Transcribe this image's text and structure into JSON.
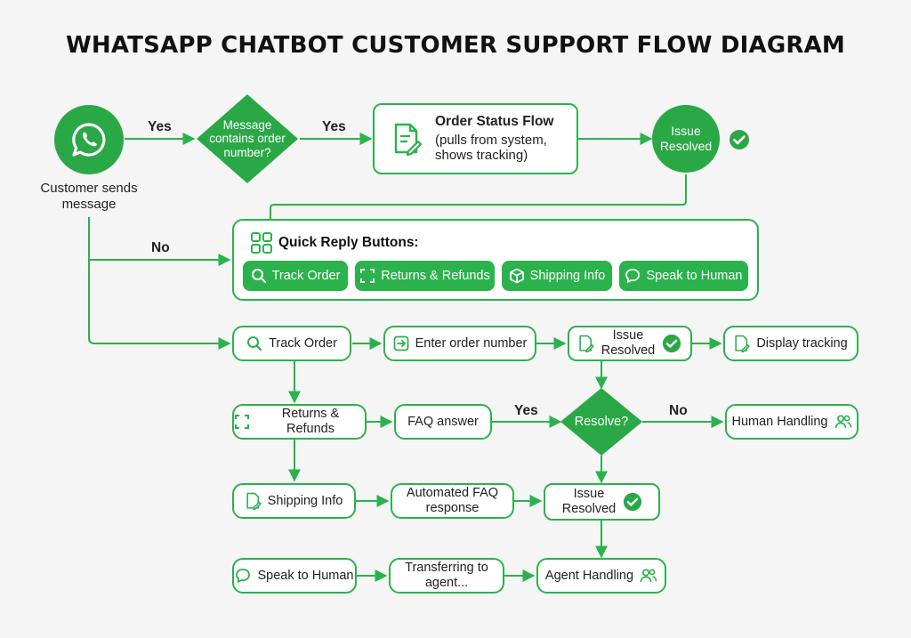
{
  "title": "WHATSAPP CHATBOT CUSTOMER SUPPORT FLOW DIAGRAM",
  "start": {
    "caption": "Customer sends message",
    "icon": "whatsapp-icon"
  },
  "decision_order": {
    "text": "Message contains order number?"
  },
  "order_flow": {
    "title": "Order Status Flow",
    "detail": "(pulls from system, shows tracking)",
    "icon": "document-pencil-icon"
  },
  "resolved_top": {
    "text": "Issue Resolved",
    "icon": "check-circle-icon"
  },
  "edges": {
    "yes": "Yes",
    "no": "No"
  },
  "quick_reply": {
    "title": "Quick Reply Buttons:",
    "icon": "grid-icon",
    "buttons": [
      {
        "label": "Track Order",
        "icon": "search-icon"
      },
      {
        "label": "Returns & Refunds",
        "icon": "scan-icon"
      },
      {
        "label": "Shipping Info",
        "icon": "package-icon"
      },
      {
        "label": "Speak to Human",
        "icon": "chat-icon"
      }
    ]
  },
  "rows": {
    "track": {
      "label": "Track Order",
      "step": "Enter order number",
      "resolved": "Issue Resolved",
      "result": "Display tracking"
    },
    "returns": {
      "label": "Returns & Refunds",
      "step": "FAQ answer",
      "decision": "Resolve?",
      "result": "Human Handling"
    },
    "shipping": {
      "label": "Shipping Info",
      "step": "Automated FAQ response",
      "resolved": "Issue Resolved"
    },
    "speak": {
      "label": "Speak to Human",
      "step": "Transferring to agent...",
      "result": "Agent Handling"
    }
  },
  "colors": {
    "accent": "#2bb24c",
    "dark": "#2aa846",
    "background": "#f4f5f4"
  }
}
